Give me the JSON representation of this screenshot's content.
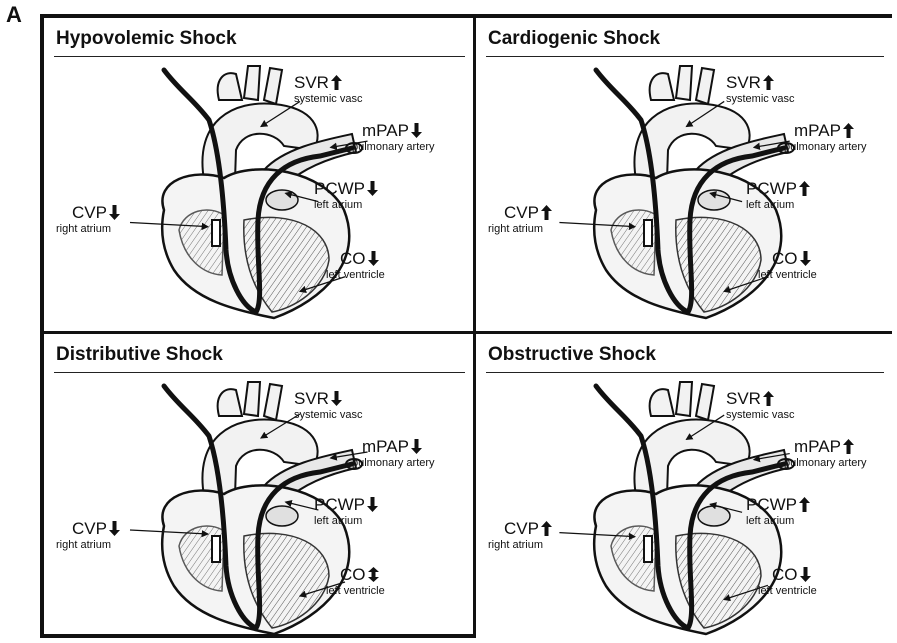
{
  "figure_label": "A",
  "panels": [
    {
      "title": "Hypovolemic Shock",
      "svr": {
        "label": "SVR",
        "dir": "up",
        "sub": "systemic vasc"
      },
      "mpap": {
        "label": "mPAP",
        "dir": "down",
        "sub": "pulmonary artery"
      },
      "pcwp": {
        "label": "PCWP",
        "dir": "down",
        "sub": "left atrium"
      },
      "cvp": {
        "label": "CVP",
        "dir": "down",
        "sub": "right atrium"
      },
      "co": {
        "label": "CO",
        "dir": "down",
        "sub": "left ventricle"
      }
    },
    {
      "title": "Cardiogenic Shock",
      "svr": {
        "label": "SVR",
        "dir": "up",
        "sub": "systemic vasc"
      },
      "mpap": {
        "label": "mPAP",
        "dir": "up",
        "sub": "pulmonary artery"
      },
      "pcwp": {
        "label": "PCWP",
        "dir": "up",
        "sub": "left atrium"
      },
      "cvp": {
        "label": "CVP",
        "dir": "up",
        "sub": "right atrium"
      },
      "co": {
        "label": "CO",
        "dir": "down",
        "sub": "left ventricle"
      }
    },
    {
      "title": "Distributive Shock",
      "svr": {
        "label": "SVR",
        "dir": "down",
        "sub": "systemic vasc"
      },
      "mpap": {
        "label": "mPAP",
        "dir": "down",
        "sub": "pulmonary artery"
      },
      "pcwp": {
        "label": "PCWP",
        "dir": "down",
        "sub": "left atrium"
      },
      "cvp": {
        "label": "CVP",
        "dir": "down",
        "sub": "right atrium"
      },
      "co": {
        "label": "CO",
        "dir": "updown",
        "sub": "left ventricle"
      }
    },
    {
      "title": "Obstructive Shock",
      "svr": {
        "label": "SVR",
        "dir": "up",
        "sub": "systemic vasc"
      },
      "mpap": {
        "label": "mPAP",
        "dir": "up",
        "sub": "pulmonary artery"
      },
      "pcwp": {
        "label": "PCWP",
        "dir": "up",
        "sub": "left atrium"
      },
      "cvp": {
        "label": "CVP",
        "dir": "up",
        "sub": "right atrium"
      },
      "co": {
        "label": "CO",
        "dir": "down",
        "sub": "left ventricle"
      }
    }
  ],
  "colors": {
    "ink": "#111111",
    "heart_fill": "#f2f2f2",
    "heart_shade": "#cfcfcf",
    "catheter": "#111111"
  }
}
